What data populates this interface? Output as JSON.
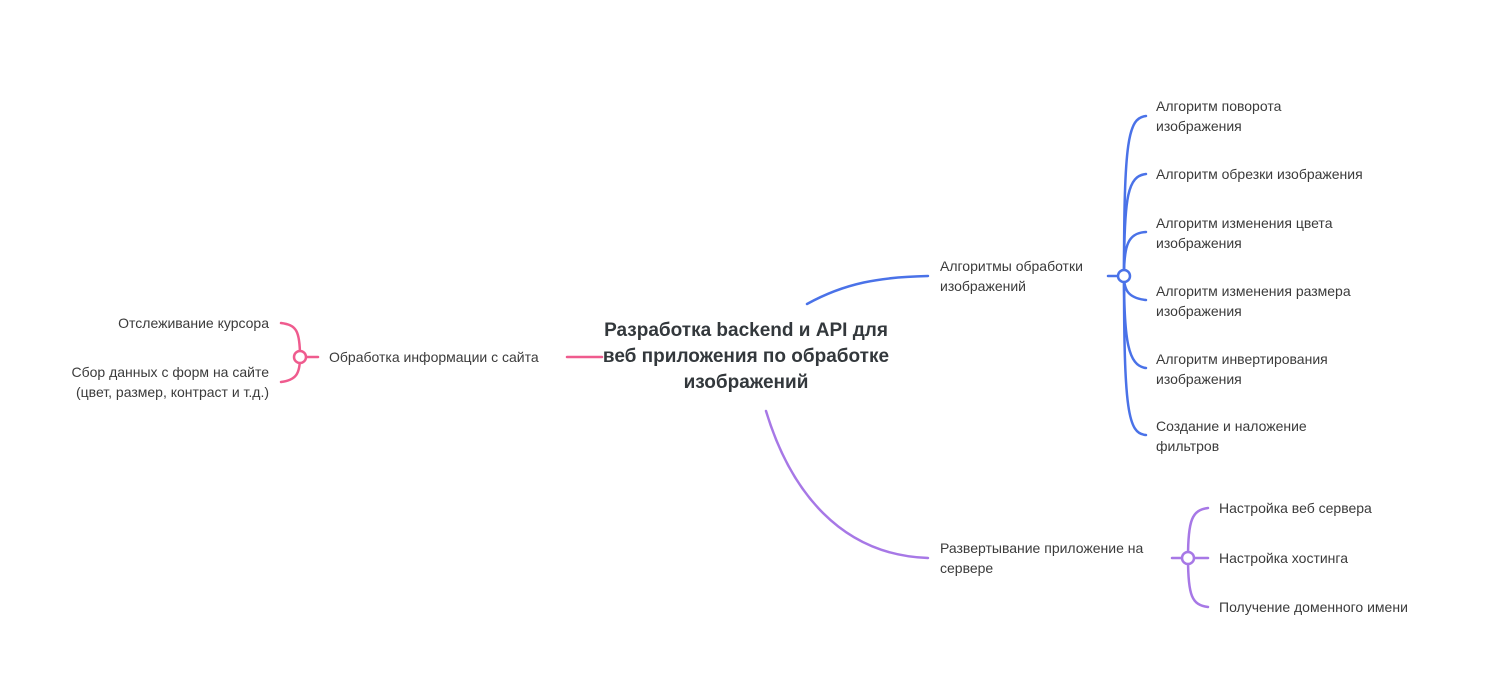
{
  "central": {
    "title": "Разработка backend и API для веб приложения по обработке изображений"
  },
  "colors": {
    "pink_branch": "#ef5b8e",
    "blue_branch": "#4a72e8",
    "purple_branch": "#a778e6",
    "text": "#3b3b3b"
  },
  "left_branch": {
    "label": "Обработка информации с сайта",
    "children": [
      "Отслеживание курсора",
      "Сбор данных с форм на сайте",
      "(цвет, размер, контраст и т.д.)"
    ]
  },
  "algorithms_branch": {
    "label_line1": "Алгоритмы обработки",
    "label_line2": "изображений",
    "children": [
      {
        "line1": "Алгоритм поворота",
        "line2": "изображения"
      },
      {
        "line1": "Алгоритм обрезки изображения",
        "line2": ""
      },
      {
        "line1": "Алгоритм изменения цвета",
        "line2": "изображения"
      },
      {
        "line1": "Алгоритм изменения размера",
        "line2": "изображения"
      },
      {
        "line1": "Алгоритм инвертирования",
        "line2": "изображения"
      },
      {
        "line1": "Создание и наложение",
        "line2": "фильтров"
      }
    ]
  },
  "deploy_branch": {
    "label_line1": "Развертывание приложение на",
    "label_line2": "сервере",
    "children": [
      "Настройка веб сервера",
      "Настройка хостинга",
      "Получение доменного имени"
    ]
  }
}
